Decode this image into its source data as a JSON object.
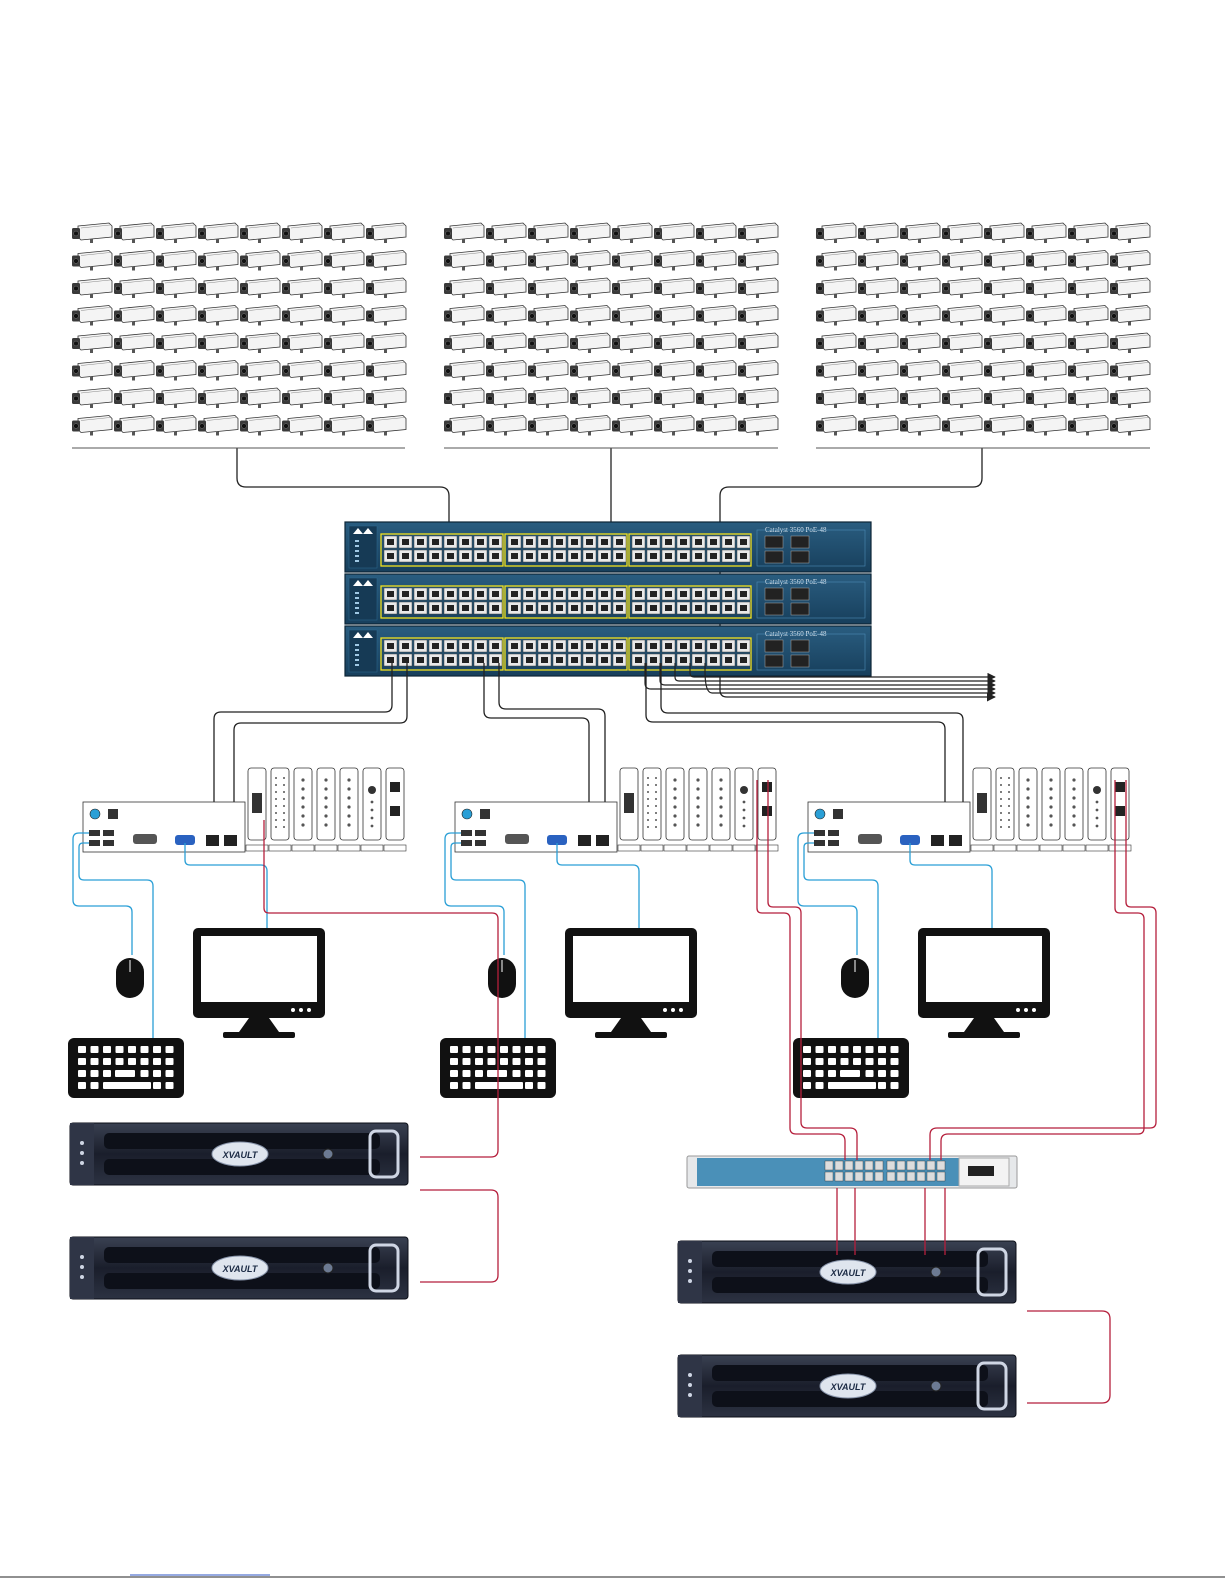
{
  "colors": {
    "switch_body": "#1f4e6d",
    "switch_port": "#f2e21e",
    "network_cable": "#222222",
    "usb_vga_cable": "#2a9fd6",
    "storage_cable": "#b51f3c",
    "server_body": "#1d2130",
    "small_switch": "#4a90b8"
  },
  "camera_groups": [
    {
      "rows": 8,
      "cols": 8
    },
    {
      "rows": 8,
      "cols": 8
    },
    {
      "rows": 8,
      "cols": 8
    }
  ],
  "core_switches": [
    {
      "model_label": "Catalyst 3560 PoE-48"
    },
    {
      "model_label": "Catalyst 3560 PoE-48"
    },
    {
      "model_label": "Catalyst 3560 PoE-48"
    }
  ],
  "workstations": [
    {
      "peripherals": [
        "mouse-icon",
        "monitor-icon",
        "keyboard-icon"
      ]
    },
    {
      "peripherals": [
        "mouse-icon",
        "monitor-icon",
        "keyboard-icon"
      ]
    },
    {
      "peripherals": [
        "mouse-icon",
        "monitor-icon",
        "keyboard-icon"
      ]
    }
  ],
  "servers": [
    {
      "logo": "XVAULT"
    },
    {
      "logo": "XVAULT"
    },
    {
      "logo": "XVAULT"
    },
    {
      "logo": "XVAULT"
    }
  ]
}
